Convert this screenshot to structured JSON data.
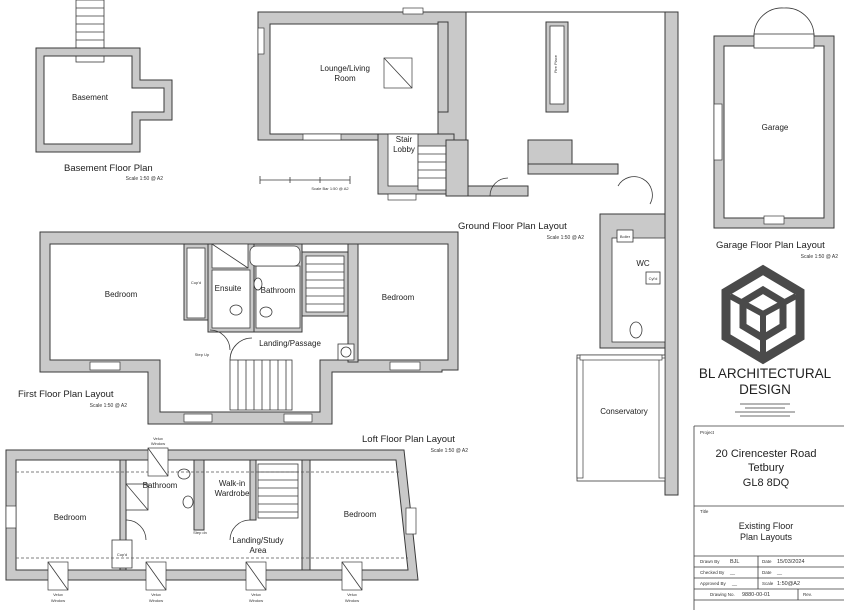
{
  "plans": {
    "basement": {
      "title": "Basement Floor Plan",
      "scale": "Scale 1:50 @ A2"
    },
    "ground": {
      "title": "Ground Floor Plan Layout",
      "scale": "Scale 1:50 @ A2"
    },
    "garage": {
      "title": "Garage Floor Plan Layout",
      "scale": "Scale 1:50 @ A2"
    },
    "first": {
      "title": "First Floor Plan Layout",
      "scale": "Scale 1:50 @ A2"
    },
    "loft": {
      "title": "Loft Floor Plan Layout",
      "scale": "Scale 1:50 @ A2"
    }
  },
  "rooms": {
    "basement": "Basement",
    "lounge_1": "Lounge/Living",
    "lounge_2": "Room",
    "stair_1": "Stair",
    "stair_2": "Lobby",
    "garage": "Garage",
    "wc": "WC",
    "conservatory": "Conservatory",
    "first_bedroom_left": "Bedroom",
    "ensuite": "Ensuite",
    "first_bathroom": "Bathroom",
    "first_bedroom_right": "Bedroom",
    "landing": "Landing/Passage",
    "loft_bedroom_left": "Bedroom",
    "loft_bathroom": "Bathroom",
    "walkin_1": "Walk-in",
    "walkin_2": "Wardrobe",
    "loft_bedroom_right": "Bedroom",
    "loft_landing_1": "Landing/Study",
    "loft_landing_2": "Area"
  },
  "small_labels": {
    "cupd": "Cup'd",
    "cylinder": "Cyl'd",
    "boiler": "Boiler",
    "fire_place": "Fire Place",
    "step_up": "Step Up",
    "step_down": "Step dn",
    "velux": "Velux",
    "window": "Window",
    "scale_bar": "Scale Bar 1:50 @ A2"
  },
  "logo": {
    "line1": "BL ARCHITECTURAL",
    "line2": "DESIGN",
    "color": "#4a4a4a"
  },
  "title_block": {
    "project_label": "Project",
    "project_line1": "20 Cirencester Road",
    "project_line2": "Tetbury",
    "project_line3": "GL8 8DQ",
    "title_label": "Title",
    "title_line1": "Existing Floor",
    "title_line2": "Plan Layouts",
    "drawn_by_label": "Drawn By",
    "drawn_by": "BJL",
    "date_label": "Date",
    "date": "15/03/2024",
    "checked_by_label": "Checked By",
    "checked_by": "__",
    "date2_label": "Date",
    "date2": "__",
    "approved_by_label": "Approved By",
    "approved_by": "__",
    "scale_label": "Scale",
    "scale": "1:50@A2",
    "drawing_no_label": "Drawing No.",
    "drawing_no": "9880-00-01",
    "rev_label": "Rev."
  }
}
